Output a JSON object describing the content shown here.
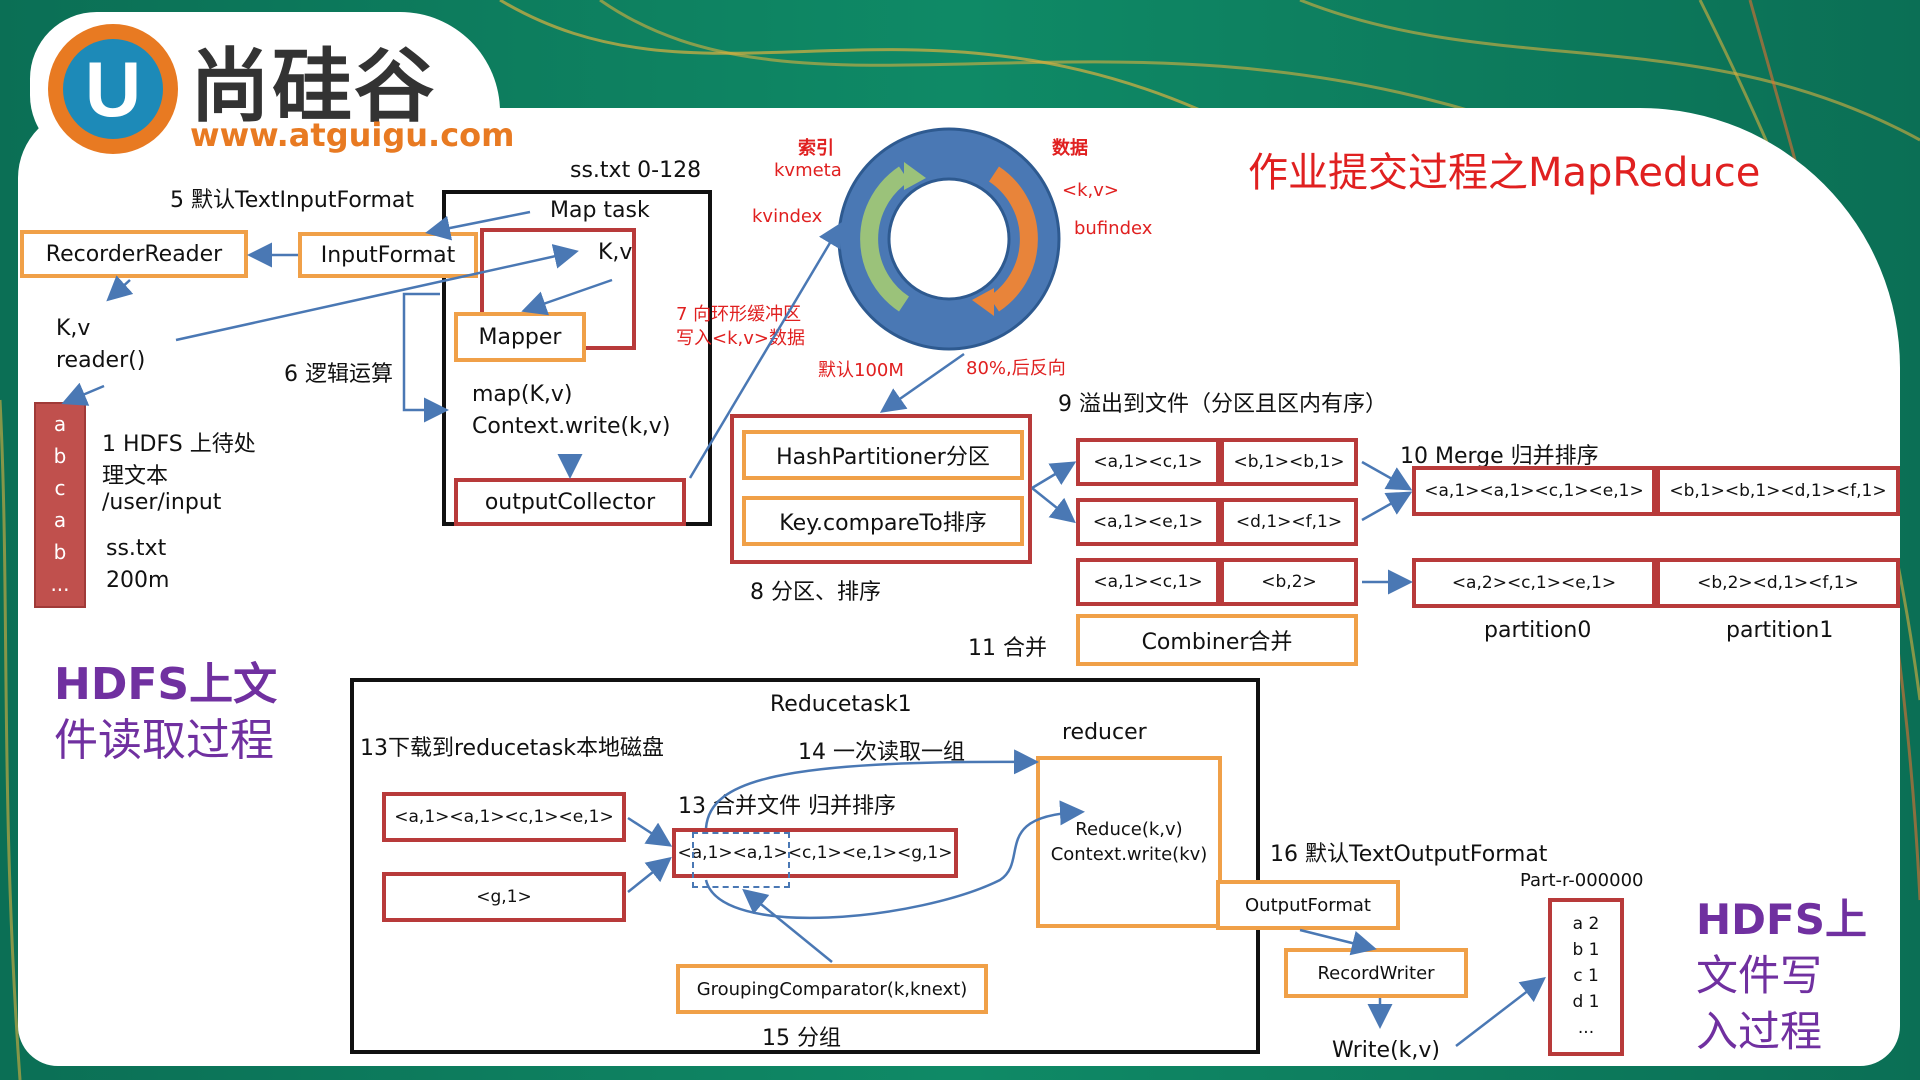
{
  "logo": {
    "cn": "尚硅谷",
    "url": "www.atguigu.com",
    "mark": "U"
  },
  "title": "作业提交过程之MapReduce",
  "map_side": {
    "label_5": "5 默认TextInputFormat",
    "recorder_reader": "RecorderReader",
    "input_format": "InputFormat",
    "kv_reader": [
      "K,v",
      "reader()"
    ],
    "ss_txt_range": "ss.txt 0-128",
    "map_task": "Map task",
    "kv": "K,v",
    "mapper": "Mapper",
    "label_6": "6 逻辑运算",
    "map_lines": [
      "map(K,v)",
      "Context.write(k,v)"
    ],
    "output_collector": "outputCollector",
    "hdfs_letters": [
      "a",
      "b",
      "c",
      "a",
      "b",
      "..."
    ],
    "label_1": [
      "1 HDFS 上待处",
      "理文本",
      "/user/input"
    ],
    "ss_txt": [
      "ss.txt",
      "200m"
    ],
    "hdfs_read_caption": [
      "HDFS上文",
      "件读取过程"
    ]
  },
  "ring_buffer": {
    "index": "索引",
    "kvmeta": "kvmeta",
    "kvindex": "kvindex",
    "data": "数据",
    "kv": "<k,v>",
    "bufindex": "bufindex",
    "label_7": [
      "7 向环形缓冲区",
      "写入<k,v>数据"
    ],
    "default_size": "默认100M",
    "reverse": "80%,后反向"
  },
  "partition": {
    "hash_partitioner": "HashPartitioner分区",
    "key_compare": "Key.compareTo排序",
    "label_8": "8 分区、排序",
    "label_9": "9 溢出到文件（分区且区内有序）",
    "spill_rows": [
      [
        "<a,1><c,1>",
        "<b,1><b,1>"
      ],
      [
        "<a,1><e,1>",
        "<d,1><f,1>"
      ],
      [
        "<a,1><c,1>",
        "<b,2>"
      ]
    ],
    "label_10": "10 Merge 归并排序",
    "merge_row": [
      "<a,1><a,1><c,1><e,1>",
      "<b,1><b,1><d,1><f,1>"
    ],
    "combined_row": [
      "<a,2><c,1><e,1>",
      "<b,2><d,1><f,1>"
    ],
    "partition_labels": [
      "partition0",
      "partition1"
    ],
    "label_11": "11 合并",
    "combiner": "Combiner合并"
  },
  "reduce_side": {
    "reducetask": "Reducetask1",
    "label_13_download": "13下载到reducetask本地磁盘",
    "label_14": "14 一次读取一组",
    "reducer": "reducer",
    "label_13_merge": "13 合并文件 归并排序",
    "input1": "<a,1><a,1><c,1><e,1>",
    "input2": "<g,1>",
    "merged": "<a,1><a,1><c,1><e,1><g,1>",
    "reduce_lines": [
      "Reduce(k,v)",
      "Context.write(kv)"
    ],
    "grouping": "GroupingComparator(k,knext)",
    "label_15": "15 分组",
    "label_16": "16 默认TextOutputFormat",
    "output_format": "OutputFormat",
    "record_writer": "RecordWriter",
    "write_kv": "Write(k,v)",
    "part_file": "Part-r-000000",
    "output_lines": [
      "a 2",
      "b 1",
      "c 1",
      "d 1",
      "..."
    ],
    "hdfs_write_caption": [
      "HDFS上",
      "文件写",
      "入过程"
    ]
  },
  "colors": {
    "orange": "#f0a048",
    "red_border": "#b83a3a",
    "purple": "#7030a0",
    "arrow": "#4a78b4",
    "red_text": "#e02020"
  }
}
